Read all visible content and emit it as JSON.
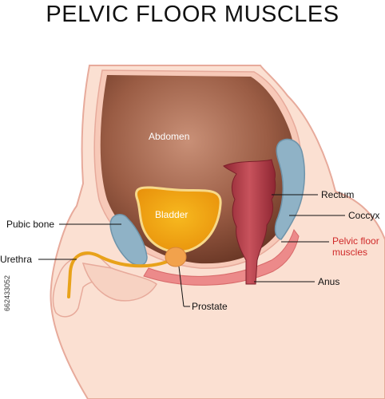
{
  "title": "PELVIC FLOOR MUSCLES",
  "labels": {
    "abdomen": "Abdomen",
    "bladder": "Bladder",
    "pubic_bone": "Pubic bone",
    "urethra": "Urethra",
    "prostate": "Prostate",
    "rectum": "Rectum",
    "coccyx": "Coccyx",
    "pelvic_floor": "Pelvic floor muscles",
    "anus": "Anus"
  },
  "stock_id": "662433052",
  "colors": {
    "skin": "#fbe0d2",
    "skin_outline": "#e7aa9b",
    "abdomen_dark": "#6e3b28",
    "abdomen_light": "#c98c74",
    "bladder": "#f6b61d",
    "bladder_outline": "#f7d98a",
    "bone": "#8fb2c6",
    "rectum": "#b8414d",
    "muscle": "#ec8a8a",
    "pelvic_label": "#d02a2a"
  }
}
